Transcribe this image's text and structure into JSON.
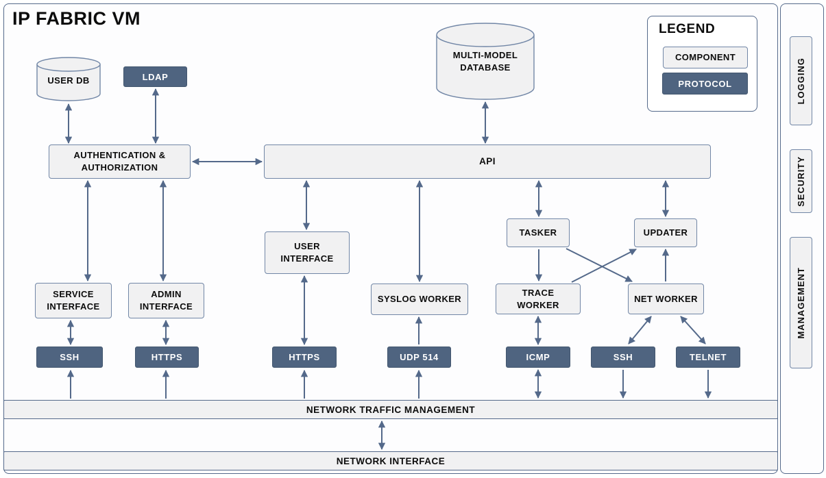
{
  "title": "IP FABRIC VM",
  "legend": {
    "title": "LEGEND",
    "items": [
      {
        "label": "COMPONENT",
        "type": "component"
      },
      {
        "label": "PROTOCOL",
        "type": "protocol"
      }
    ]
  },
  "sidebar": {
    "items": [
      {
        "label": "LOGGING"
      },
      {
        "label": "SECURITY"
      },
      {
        "label": "MANAGEMENT"
      }
    ]
  },
  "nodes": {
    "user_db": {
      "label": "USER DB",
      "type": "component-database"
    },
    "multi_model_db": {
      "label": "MULTI-MODEL DATABASE",
      "type": "component-database"
    },
    "ldap": {
      "label": "LDAP",
      "type": "protocol"
    },
    "auth": {
      "label": "AUTHENTICATION & AUTHORIZATION",
      "type": "component"
    },
    "api": {
      "label": "API",
      "type": "component"
    },
    "user_interface": {
      "label": "USER INTERFACE",
      "type": "component"
    },
    "tasker": {
      "label": "TASKER",
      "type": "component"
    },
    "updater": {
      "label": "UPDATER",
      "type": "component"
    },
    "service_interface": {
      "label": "SERVICE INTERFACE",
      "type": "component"
    },
    "admin_interface": {
      "label": "ADMIN INTERFACE",
      "type": "component"
    },
    "syslog_worker": {
      "label": "SYSLOG WORKER",
      "type": "component"
    },
    "trace_worker": {
      "label": "TRACE WORKER",
      "type": "component"
    },
    "net_worker": {
      "label": "NET WORKER",
      "type": "component"
    },
    "ssh_service": {
      "label": "SSH",
      "type": "protocol"
    },
    "https_admin": {
      "label": "HTTPS",
      "type": "protocol"
    },
    "https_ui": {
      "label": "HTTPS",
      "type": "protocol"
    },
    "udp_514": {
      "label": "UDP 514",
      "type": "protocol"
    },
    "icmp": {
      "label": "ICMP",
      "type": "protocol"
    },
    "ssh_net": {
      "label": "SSH",
      "type": "protocol"
    },
    "telnet": {
      "label": "TELNET",
      "type": "protocol"
    }
  },
  "bars": {
    "traffic_management": "NETWORK TRAFFIC MANAGEMENT",
    "network_interface": "NETWORK INTERFACE"
  },
  "colors": {
    "component_fill": "#f1f1f2",
    "protocol_fill": "#4f6480",
    "box_border": "#7186a6",
    "arrow": "#54698a",
    "frame_border": "#54698a",
    "text_dark": "#0c0c0c",
    "text_light": "#ffffff"
  }
}
